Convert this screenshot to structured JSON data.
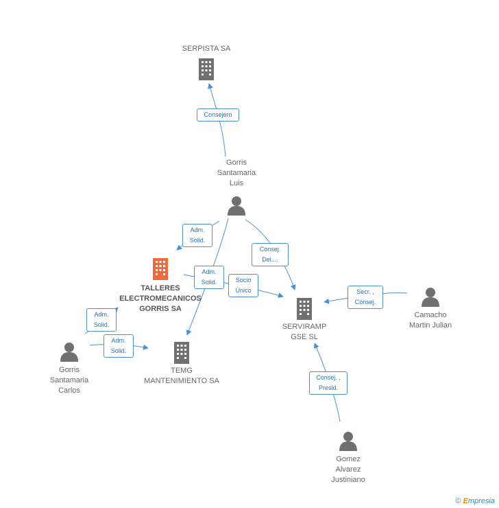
{
  "colors": {
    "edge": "#4a90d9",
    "building": "#707070",
    "focus_building": "#f26a3a",
    "person": "#707070"
  },
  "nodes": {
    "serpista": {
      "label": "SERPISTA SA",
      "icon": "building-icon"
    },
    "gorris_luis": {
      "label": "Gorris\nSantamaria\nLuis",
      "icon": "person-icon"
    },
    "talleres": {
      "label": "TALLERES\nELECTROMECANICOS\nGORRIS SA",
      "icon": "building-icon"
    },
    "temg": {
      "label": "TEMG\nMANTENIMIENTO SA",
      "icon": "building-icon"
    },
    "gorris_carlos": {
      "label": "Gorris\nSantamaria\nCarlos",
      "icon": "person-icon"
    },
    "serviramp": {
      "label": "SERVIRAMP\nGSE SL",
      "icon": "building-icon"
    },
    "camacho": {
      "label": "Camacho\nMartin Julian",
      "icon": "person-icon"
    },
    "gomez": {
      "label": "Gomez\nAlvarez\nJustiniano",
      "icon": "person-icon"
    }
  },
  "relations": {
    "consejero": "Consejero",
    "adm_solid_1": "Adm.\nSolid.",
    "consej_del": "Consej.\nDel....",
    "adm_solid_2": "Adm.\nSolid.",
    "socio_unico": "Socio\nÚnico",
    "sec_consej": "Secr. ,\nConsej.",
    "adm_solid_3": "Adm.\nSolid.",
    "adm_solid_4": "Adm.\nSolid.",
    "consej_presid": "Consej. ,\nPresid."
  },
  "brand": {
    "copyright": "©",
    "e": "E",
    "rest": "mpresia"
  }
}
